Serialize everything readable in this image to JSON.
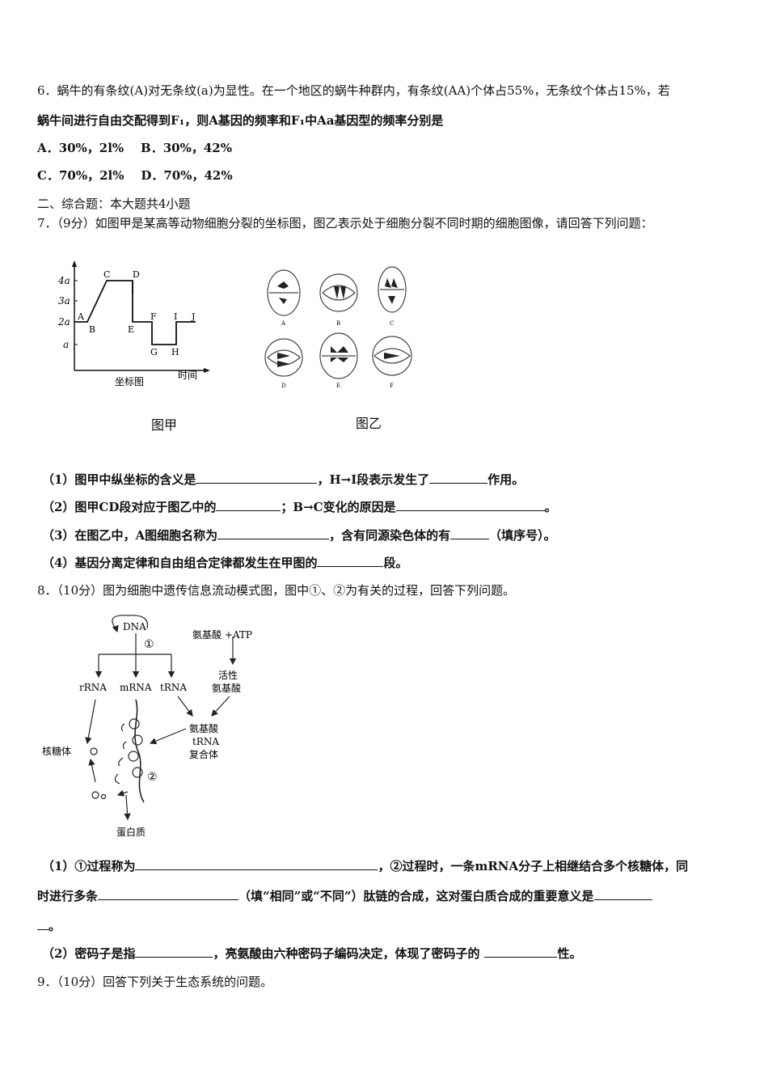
{
  "q6": {
    "line1": "6．蜗牛的有条纹(A)对无条纹(a)为显性。在一个地区的蜗牛种群内，有条纹(AA)个体占55%，无条纹个体占15%，若",
    "line2": "蜗牛间进行自由交配得到F₁，则A基因的频率和F₁中Aa基因型的频率分别是",
    "optA": "A．30%，2l%",
    "optB": "B．30%，42%",
    "optC": "C．70%，2l%",
    "optD": "D．70%，42%"
  },
  "section2": "二、综合题：本大题共4小题",
  "q7": {
    "stem": "7．（9分）如图甲是某高等动物细胞分裂的坐标图，图乙表示处于细胞分裂不同时期的细胞图像，请回答下列问题：",
    "fig_jia": {
      "caption": "图甲",
      "xlabel_left": "坐标图",
      "xlabel_right": "时间",
      "yticks": [
        "4a",
        "3a",
        "2a",
        "a"
      ],
      "points": [
        "A",
        "B",
        "C",
        "D",
        "E",
        "F",
        "G",
        "H",
        "I",
        "J"
      ]
    },
    "fig_yi": {
      "caption": "图乙",
      "cells": [
        "A",
        "B",
        "C",
        "D",
        "E",
        "F"
      ]
    },
    "s1a": "（1）图甲中纵坐标的含义是",
    "s1b": "，H→I段表示发生了",
    "s1c": "作用。",
    "s2a": "（2）图甲CD段对应于图乙中的",
    "s2b": "；B→C变化的原因是",
    "s2c": "。",
    "s3a": "（3）在图乙中，A图细胞名称为",
    "s3b": "，含有同源染色体的有",
    "s3c": "（填序号）。",
    "s4a": "（4）基因分离定律和自由组合定律都发生在甲图的",
    "s4b": "段。"
  },
  "q8": {
    "stem": "8．（10分）图为细胞中遗传信息流动模式图，图中①、②为有关的过程，回答下列问题。",
    "fig": {
      "dna": "DNA",
      "circle1": "①",
      "circle2": "②",
      "aa_atp": "氨基酸 +ATP",
      "active1": "活性",
      "active2": "氨基酸",
      "rrna": "rRNA",
      "mrna": "mRNA",
      "trna": "tRNA",
      "complex1": "氨基酸",
      "complex2": "tRNA",
      "complex3": "复合体",
      "ribosome": "核糖体",
      "protein": "蛋白质"
    },
    "s1a": "（1）①过程称为",
    "s1b": "，②过程时，一条mRNA分子上相继结合多个核糖体，同",
    "s1c": "时进行多条",
    "s1d": "（填“相同”或“不同”）肽链的合成，这对蛋白质合成的重要意义是",
    "s1e": "。",
    "s2a": "（2）密码子是指",
    "s2b": "，亮氨酸由六种密码子编码决定，体现了密码子的",
    "s2c": "性。"
  },
  "q9": {
    "stem": "9．（10分）回答下列关于生态系统的问题。"
  }
}
